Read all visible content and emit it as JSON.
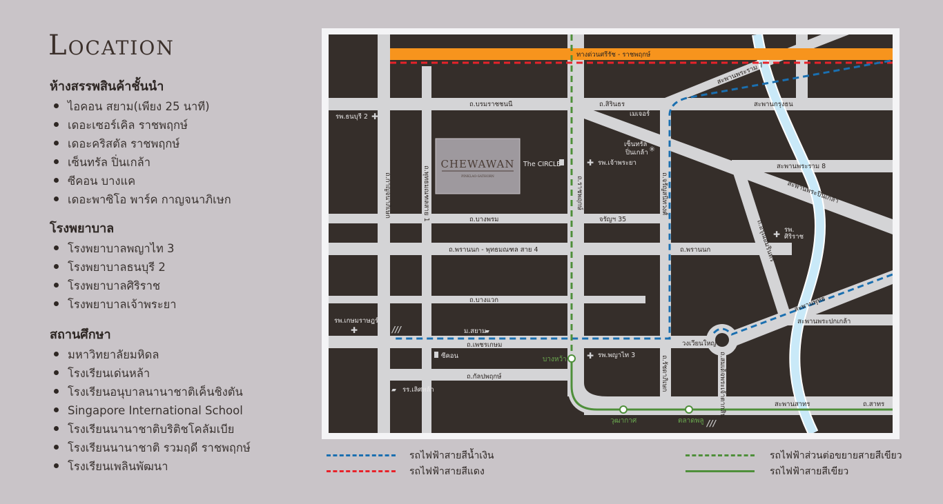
{
  "title": "Location",
  "sections": [
    {
      "heading": "ห้างสรรพสินค้าชั้นนำ",
      "items": [
        "ไอคอน สยาม(เพียง 25 นาที)",
        "เดอะเซอร์เคิล ราชพฤกษ์",
        "เดอะคริสตัล ราชพฤกษ์",
        "เซ็นทรัล ปิ่นเกล้า",
        "ซีคอน บางแค",
        "เดอะพาซิโอ พาร์ค กาญจนาภิเษก"
      ]
    },
    {
      "heading": "โรงพยาบาล",
      "items": [
        "โรงพยาบาลพญาไท 3",
        "โรงพยาบาลธนบุรี 2",
        "โรงพยาบาลศิริราช",
        "โรงพยาบาลเจ้าพระยา"
      ]
    },
    {
      "heading": "สถานศึกษา",
      "items": [
        "มหาวิทยาลัยมหิดล",
        "โรงเรียนเด่นหล้า",
        "โรงเรียนอนุบาลนานาชาติเค็นชิงตัน",
        "Singapore International School",
        "โรงเรียนนานาชาติบริติชโคลัมเบีย",
        "โรงเรียนนานาชาติ รวมฤดี ราชพฤกษ์",
        "โรงเรียนเพลินพัฒนา"
      ]
    }
  ],
  "map": {
    "brand": "CHEWAWAN",
    "brand_sub": "PINKLAO-SATHORN",
    "expressway": "ทางด่วนศรีรัช - ราชพฤกษ์",
    "roads": [
      "ถ.บรมราชชนนี",
      "ถ.สิรินธร",
      "สะพานกรุงธน",
      "สะพานพระราม 7",
      "สะพานพระราม 8",
      "สะพานพระปิ่นเกล้า",
      "ถ.บางพรม",
      "จรัญฯ 35",
      "ถ.พรานนก - พุทธมณฑล สาย 4",
      "ถ.พรานนก",
      "ถ.บางแวก",
      "ถ.เพชรเกษม",
      "ถ.กัลปพฤกษ์",
      "สะพานพุทธ",
      "สะพานพระปกเกล้า",
      "สะพานสาทร",
      "ถ.สาทร",
      "วงเวียนใหญ่",
      "ถ.กาญจนาภิเษก",
      "ถ.พุทธมณฑลสาย 1",
      "ถ.ราชพฤกษ์",
      "ถ.จรัญสนิทวงศ์",
      "ถ.อรุณอัมรินทร์",
      "ถ.รัชดาภิเษก",
      "ถ.สมเด็จพระเจ้าตากสิน"
    ],
    "places": [
      "รพ.ธนบุรี 2",
      "The CIRCLE",
      "เมเจอร์",
      "เซ็นทรัล",
      "ปิ่นเกล้า",
      "รพ.เจ้าพระยา",
      "รพ.",
      "ศิริราช",
      "รพ.เกษมราษฎร์",
      "ม.สยาม",
      "ซีคอน",
      "รร.เลิศหล้า",
      "รพ.พญาไท 3"
    ],
    "stations": [
      "บางหว้า",
      "วุฒากาศ",
      "ตลาดพลู"
    ]
  },
  "legend": [
    {
      "label": "รถไฟฟ้าสายสีน้ำเงิน",
      "color": "#1a6fb0",
      "style": "dashed"
    },
    {
      "label": "รถไฟฟ้าสายสีแดง",
      "color": "#e8222a",
      "style": "dashed"
    },
    {
      "label": "รถไฟฟ้าส่วนต่อขยายสายสีเขียว",
      "color": "#4e8f3a",
      "style": "dashed"
    },
    {
      "label": "รถไฟฟ้าสายสีเขียว",
      "color": "#4e8f3a",
      "style": "solid"
    }
  ]
}
